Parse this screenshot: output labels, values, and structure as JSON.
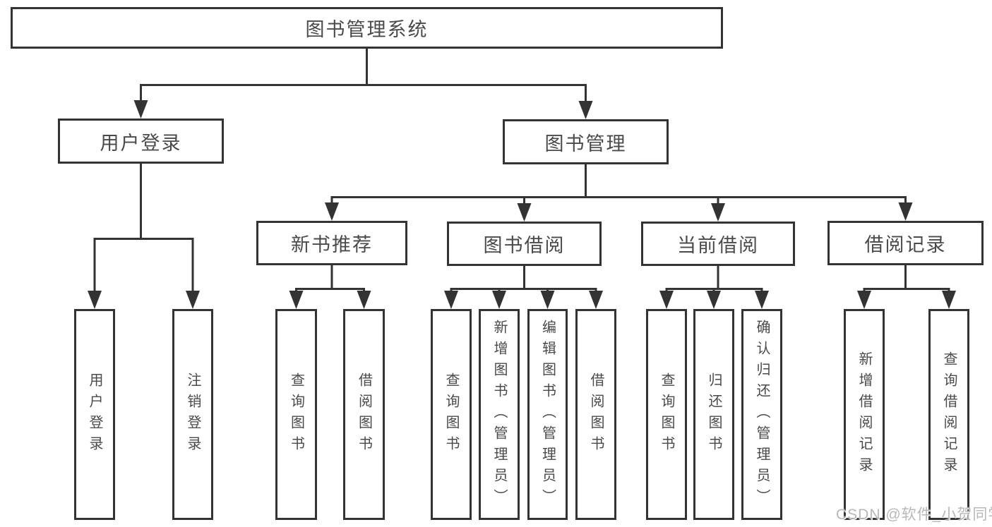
{
  "tree": {
    "root": {
      "label": "图书管理系统",
      "children": [
        {
          "label": "用户登录",
          "children": [
            {
              "label": "用户登录"
            },
            {
              "label": "注销登录"
            }
          ]
        },
        {
          "label": "图书管理",
          "children": [
            {
              "label": "新书推荐",
              "children": [
                {
                  "label": "查询图书"
                },
                {
                  "label": "借阅图书"
                }
              ]
            },
            {
              "label": "图书借阅",
              "children": [
                {
                  "label": "查询图书"
                },
                {
                  "label": "新增图书（管理员）"
                },
                {
                  "label": "编辑图书（管理员）"
                },
                {
                  "label": "借阅图书"
                }
              ]
            },
            {
              "label": "当前借阅",
              "children": [
                {
                  "label": "查询图书"
                },
                {
                  "label": "归还图书"
                },
                {
                  "label": "确认归还（管理员）"
                }
              ]
            },
            {
              "label": "借阅记录",
              "children": [
                {
                  "label": "新增借阅记录"
                },
                {
                  "label": "查询借阅记录"
                }
              ]
            }
          ]
        }
      ]
    }
  },
  "watermark": {
    "text": "CSDN @软件_小贺同学"
  },
  "colors": {
    "line": "#333333",
    "box_border": "#333333",
    "text": "#4a4a4a",
    "background": "#ffffff",
    "watermark": "#b8b8b8"
  }
}
